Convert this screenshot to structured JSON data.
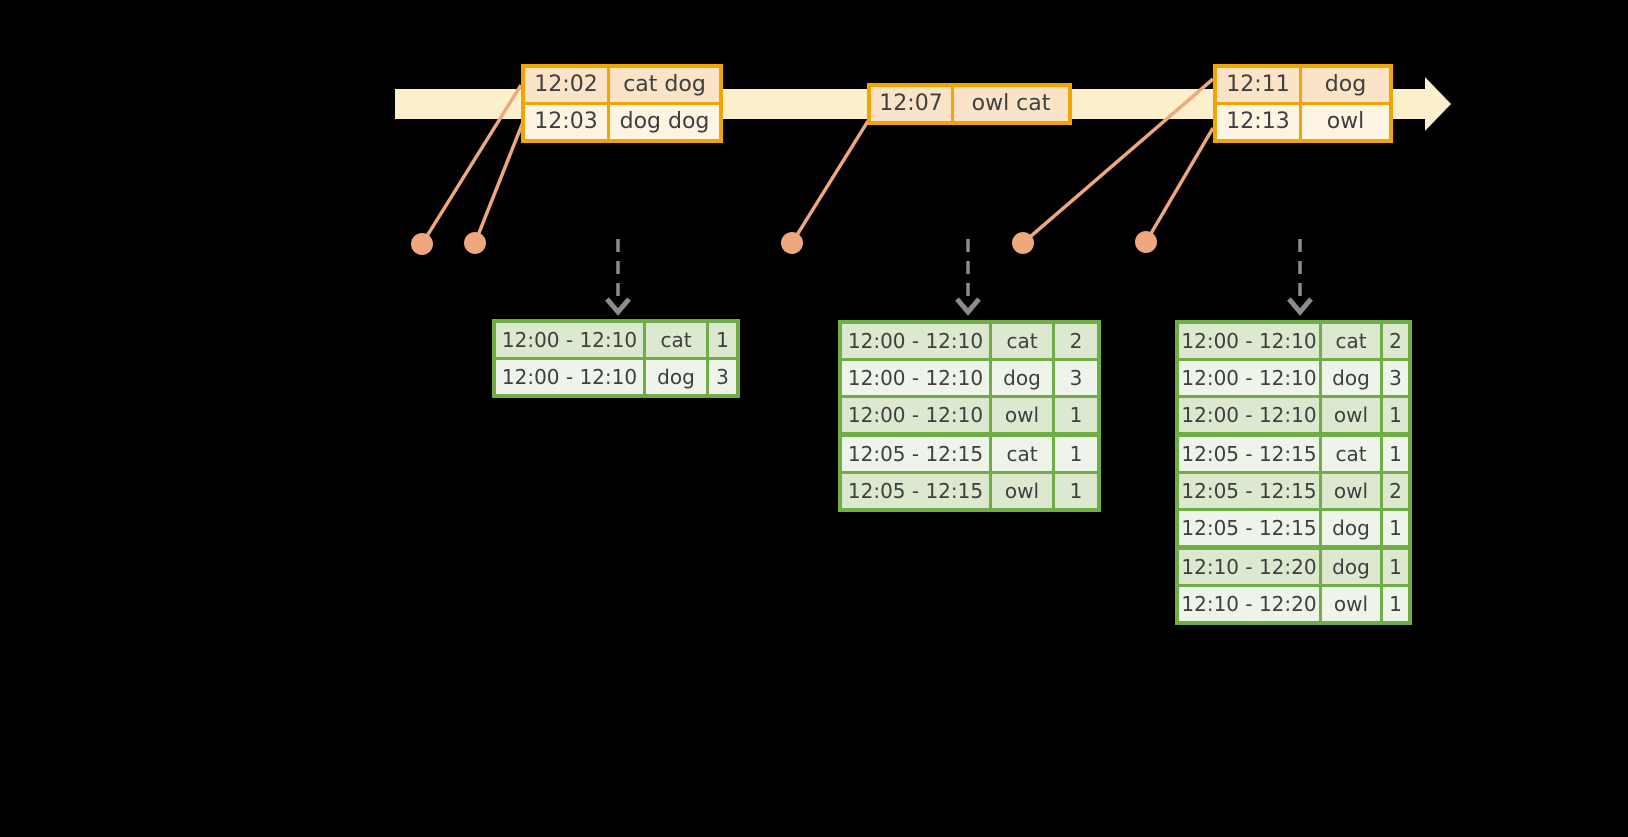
{
  "colors": {
    "background": "#000000",
    "timeline_band": "#FCF0CC",
    "event_table_border": "#F0A602",
    "event_row_peach": "#FAE3C6",
    "event_row_cream": "#FDF4E4",
    "marker_orange": "#EFA87E",
    "trigger_arrow_gray": "#8C8C8C",
    "result_table_border": "#70AD47",
    "result_row_dark_green": "#DCE8D0",
    "result_row_light_green": "#EFF4EB",
    "table_text": "#3F3F3F"
  },
  "timeline": {
    "event_tables": [
      {
        "rows": [
          {
            "time": "12:02",
            "words": "cat dog"
          },
          {
            "time": "12:03",
            "words": "dog dog"
          }
        ]
      },
      {
        "rows": [
          {
            "time": "12:07",
            "words": "owl cat"
          }
        ]
      },
      {
        "rows": [
          {
            "time": "12:11",
            "words": "dog"
          },
          {
            "time": "12:13",
            "words": "owl"
          }
        ]
      }
    ]
  },
  "result_tables": [
    {
      "groups": [
        [
          [
            "12:00 - 12:10",
            "cat",
            "1"
          ],
          [
            "12:00 - 12:10",
            "dog",
            "3"
          ]
        ]
      ]
    },
    {
      "groups": [
        [
          [
            "12:00 - 12:10",
            "cat",
            "2"
          ],
          [
            "12:00 - 12:10",
            "dog",
            "3"
          ],
          [
            "12:00 - 12:10",
            "owl",
            "1"
          ]
        ],
        [
          [
            "12:05 - 12:15",
            "cat",
            "1"
          ],
          [
            "12:05 - 12:15",
            "owl",
            "1"
          ]
        ]
      ]
    },
    {
      "groups": [
        [
          [
            "12:00 - 12:10",
            "cat",
            "2"
          ],
          [
            "12:00 - 12:10",
            "dog",
            "3"
          ],
          [
            "12:00 - 12:10",
            "owl",
            "1"
          ]
        ],
        [
          [
            "12:05 - 12:15",
            "cat",
            "1"
          ],
          [
            "12:05 - 12:15",
            "owl",
            "2"
          ],
          [
            "12:05 - 12:15",
            "dog",
            "1"
          ]
        ],
        [
          [
            "12:10 - 12:20",
            "dog",
            "1"
          ],
          [
            "12:10 - 12:20",
            "owl",
            "1"
          ]
        ]
      ]
    }
  ]
}
